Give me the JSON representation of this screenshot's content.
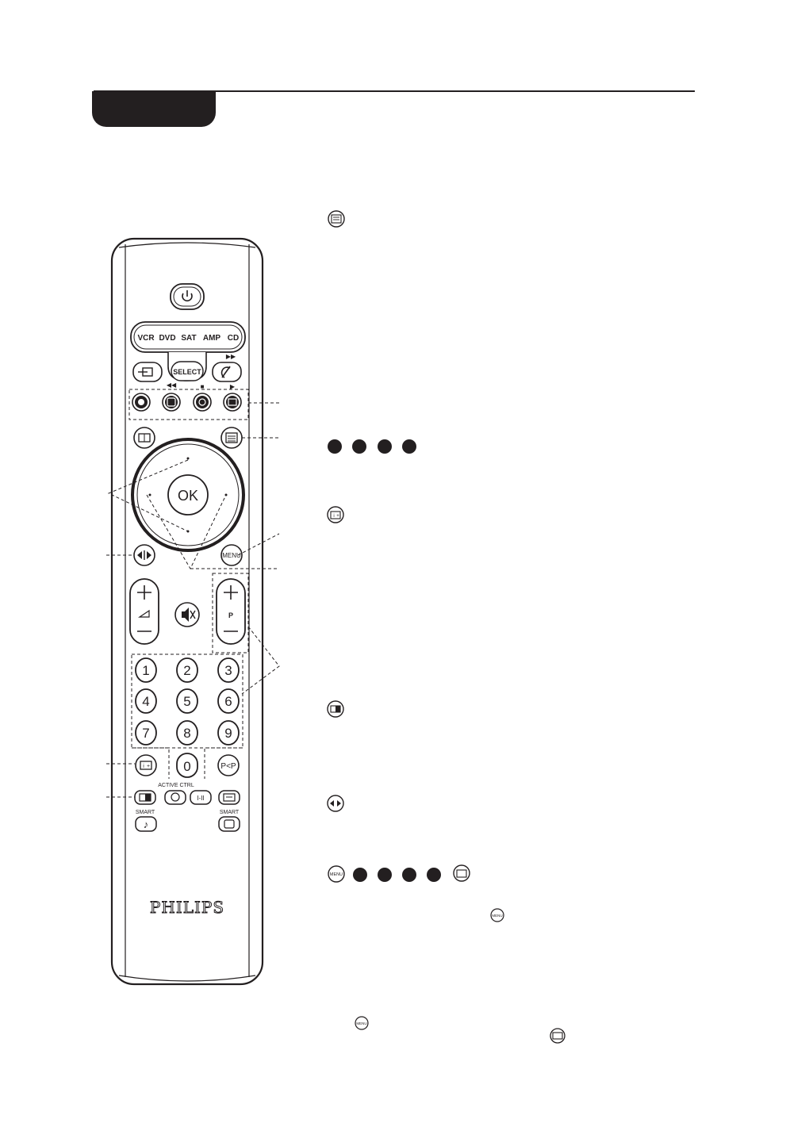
{
  "remote": {
    "power_icon": "power-icon",
    "source_buttons": [
      "VCR",
      "DVD",
      "SAT",
      "AMP",
      "CD"
    ],
    "select_label": "SELECT",
    "ok_label": "OK",
    "menu_label": "MENU",
    "program_label": "P",
    "numbers": [
      "1",
      "2",
      "3",
      "4",
      "5",
      "6",
      "7",
      "8",
      "9"
    ],
    "zero": "0",
    "pp_label": "P<P",
    "active_ctrl_label": "ACTIVE CTRL",
    "dual_label": "I-II",
    "smart_sound_label": "SMART",
    "smart_picture_label": "SMART",
    "brand": "PHILIPS",
    "note_icon": "music-note-icon"
  },
  "icons": {
    "teletext": "teletext-icon",
    "colour_keys": "colour-key-icon",
    "info": "info-icon",
    "split": "split-screen-icon",
    "freeze": "freeze-icon",
    "menu": "MENU"
  },
  "colors": {
    "ink": "#231f20",
    "paper": "#ffffff"
  }
}
